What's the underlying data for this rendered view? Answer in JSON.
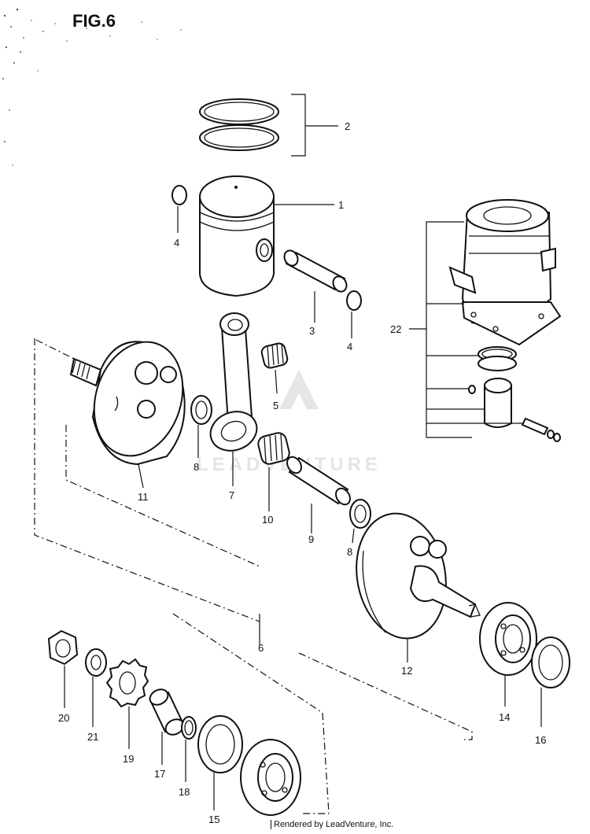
{
  "figure": {
    "title": "FIG.6"
  },
  "watermark": "LEADVENTURE",
  "footer": {
    "credit": "Rendered by LeadVenture, Inc."
  },
  "callouts": [
    {
      "id": "c1",
      "text": "1"
    },
    {
      "id": "c2",
      "text": "2"
    },
    {
      "id": "c3",
      "text": "3"
    },
    {
      "id": "c4a",
      "text": "4"
    },
    {
      "id": "c4b",
      "text": "4"
    },
    {
      "id": "c5",
      "text": "5"
    },
    {
      "id": "c6",
      "text": "6"
    },
    {
      "id": "c7",
      "text": "7"
    },
    {
      "id": "c8a",
      "text": "8"
    },
    {
      "id": "c8b",
      "text": "8"
    },
    {
      "id": "c9",
      "text": "9"
    },
    {
      "id": "c10",
      "text": "10"
    },
    {
      "id": "c11",
      "text": "11"
    },
    {
      "id": "c12",
      "text": "12"
    },
    {
      "id": "c14",
      "text": "14"
    },
    {
      "id": "c15",
      "text": "15"
    },
    {
      "id": "c16",
      "text": "16"
    },
    {
      "id": "c17",
      "text": "17"
    },
    {
      "id": "c18",
      "text": "18"
    },
    {
      "id": "c19",
      "text": "19"
    },
    {
      "id": "c20",
      "text": "20"
    },
    {
      "id": "c21",
      "text": "21"
    },
    {
      "id": "c22",
      "text": "22"
    }
  ]
}
